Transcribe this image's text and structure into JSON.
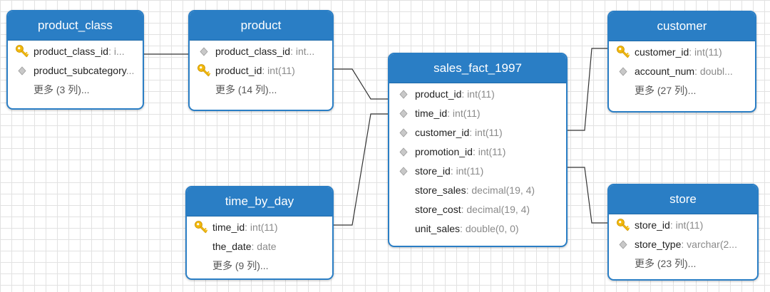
{
  "tables": {
    "product_class": {
      "title": "product_class",
      "rows": [
        {
          "icon": "key-icon",
          "name": "product_class_id",
          "type": ": i..."
        },
        {
          "icon": "diamond-icon",
          "name": "product_subcategory",
          "type": "..."
        }
      ],
      "more": "更多 (3 列)..."
    },
    "product": {
      "title": "product",
      "rows": [
        {
          "icon": "diamond-icon",
          "name": "product_class_id",
          "type": ": int..."
        },
        {
          "icon": "key-icon",
          "name": "product_id",
          "type": ": int(11)"
        }
      ],
      "more": "更多 (14 列)..."
    },
    "time_by_day": {
      "title": "time_by_day",
      "rows": [
        {
          "icon": "key-icon",
          "name": "time_id",
          "type": ": int(11)"
        },
        {
          "icon": "none",
          "name": "the_date",
          "type": ": date"
        }
      ],
      "more": "更多 (9 列)..."
    },
    "sales_fact_1997": {
      "title": "sales_fact_1997",
      "rows": [
        {
          "icon": "diamond-icon",
          "name": "product_id",
          "type": ": int(11)"
        },
        {
          "icon": "diamond-icon",
          "name": "time_id",
          "type": ": int(11)"
        },
        {
          "icon": "diamond-icon",
          "name": "customer_id",
          "type": ": int(11)"
        },
        {
          "icon": "diamond-icon",
          "name": "promotion_id",
          "type": ": int(11)"
        },
        {
          "icon": "diamond-icon",
          "name": "store_id",
          "type": ": int(11)"
        },
        {
          "icon": "none",
          "name": "store_sales",
          "type": ": decimal(19, 4)"
        },
        {
          "icon": "none",
          "name": "store_cost",
          "type": ": decimal(19, 4)"
        },
        {
          "icon": "none",
          "name": "unit_sales",
          "type": ": double(0, 0)"
        }
      ]
    },
    "customer": {
      "title": "customer",
      "rows": [
        {
          "icon": "key-icon",
          "name": "customer_id",
          "type": ": int(11)"
        },
        {
          "icon": "diamond-icon",
          "name": "account_num",
          "type": ": doubl..."
        }
      ],
      "more": "更多 (27 列)..."
    },
    "store": {
      "title": "store",
      "rows": [
        {
          "icon": "key-icon",
          "name": "store_id",
          "type": ": int(11)"
        },
        {
          "icon": "diamond-icon",
          "name": "store_type",
          "type": ": varchar(2..."
        }
      ],
      "more": "更多 (23 列)..."
    }
  },
  "colors": {
    "header": "#2a7ec5",
    "key": "#f2b90c",
    "diamond": "#c8c8c8",
    "line": "#333333"
  }
}
